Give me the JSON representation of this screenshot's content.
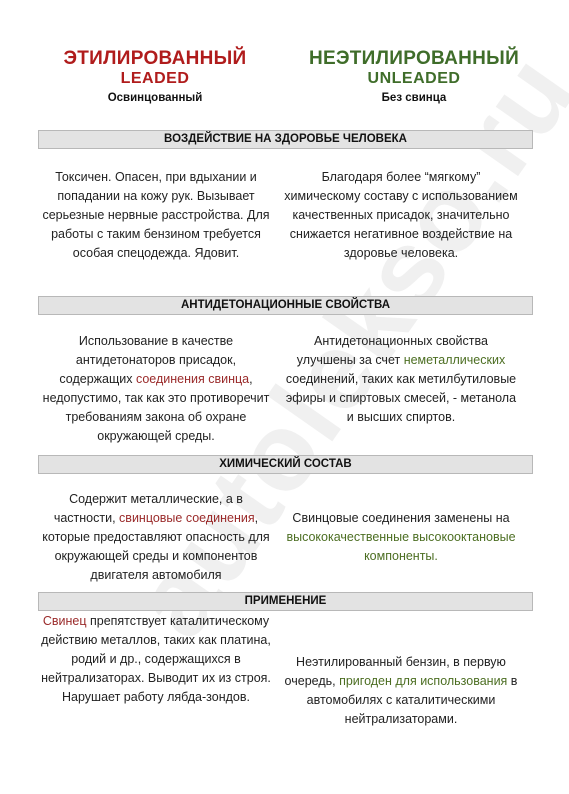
{
  "watermark": "autolekso.ru",
  "header": {
    "left": {
      "ru": "ЭТИЛИРОВАННЫЙ",
      "en": "LEADED",
      "sub": "Освинцованный"
    },
    "right": {
      "ru": "НЕЭТИЛИРОВАННЫЙ",
      "en": "UNLEADED",
      "sub": "Без свинца"
    }
  },
  "sections": [
    {
      "title": "ВОЗДЕЙСТВИЕ НА ЗДОРОВЬЕ ЧЕЛОВЕКА",
      "left": [
        "Токсичен. Опасен, при вдыхании и попадании на кожу рук. Вызывает серьезные нервные расстройства. Для работы с таким бензином требуется особая спецодежда. Ядовит."
      ],
      "right": [
        "Благодаря более “мягкому” химическому составу с использованием качественных присадок, значительно снижается негативное воздействие на здоровье человека."
      ]
    },
    {
      "title": "АНТИДЕТОНАЦИОННЫЕ СВОЙСТВА",
      "left": [
        "Использование в качестве антидетонаторов присадок, содержащих ",
        "соединения свинца",
        ", недопустимо, так как это противоречит требованиям закона об охране окружающей среды."
      ],
      "right": [
        "Антидетонационных свойства улучшены за счет ",
        "неметаллических",
        " соединений, таких как метилбутиловые эфиры и спиртовых смесей, - метанола и высших спиртов."
      ]
    },
    {
      "title": "ХИМИЧЕСКИЙ СОСТАВ",
      "left": [
        "Содержит металлические, а в частности, ",
        "свинцовые соединения",
        ", которые предоставляют опасность для окружающей среды и компонентов двигателя автомобиля"
      ],
      "right": [
        "Свинцовые соединения заменены на ",
        "высококачественные высокооктановые компоненты",
        "."
      ]
    },
    {
      "title": "ПРИМЕНЕНИЕ",
      "left": [
        "",
        "Свинец",
        "  препятствует каталитическому действию металлов, таких как платина, родий и др., содержащихся в нейтрализаторах. Выводит их из строя. Нарушает работу лябда-зондов."
      ],
      "right": [
        "Неэтилированный бензин, в первую очередь, ",
        "пригоден для использования",
        " в автомобилях с каталитическими нейтрализаторами."
      ]
    }
  ]
}
